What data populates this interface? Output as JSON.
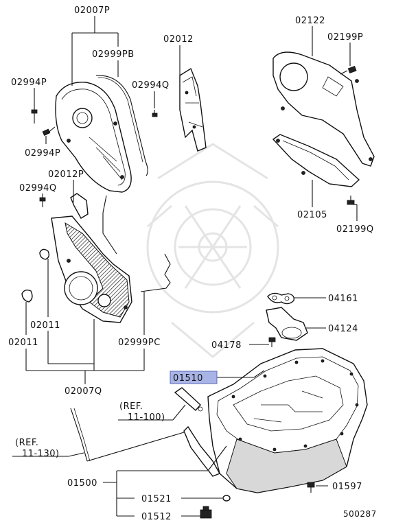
{
  "labels": {
    "p02007P": "02007P",
    "p02999PB": "02999PB",
    "p02994P_top": "02994P",
    "p02994Q_top": "02994Q",
    "p02994P_low": "02994P",
    "p02012P": "02012P",
    "p02994Q_low": "02994Q",
    "p02012": "02012",
    "p02122": "02122",
    "p02199P": "02199P",
    "p02105": "02105",
    "p02199Q": "02199Q",
    "p04161": "04161",
    "p04124": "04124",
    "p04178": "04178",
    "p02011_a": "02011",
    "p02011_b": "02011",
    "p02999PC": "02999PC",
    "p02007Q": "02007Q",
    "p01510": "01510",
    "ref_11_100_a": "(REF.",
    "ref_11_100_b": "11-100)",
    "ref_11_130_a": "(REF.",
    "ref_11_130_b": "11-130)",
    "p01500": "01500",
    "p01521": "01521",
    "p01512": "01512",
    "p01597": "01597",
    "diagram_id": "500287"
  },
  "colors": {
    "highlight_fill": "#a9b4e6",
    "highlight_stroke": "#5a68b8",
    "ink": "#111111"
  }
}
